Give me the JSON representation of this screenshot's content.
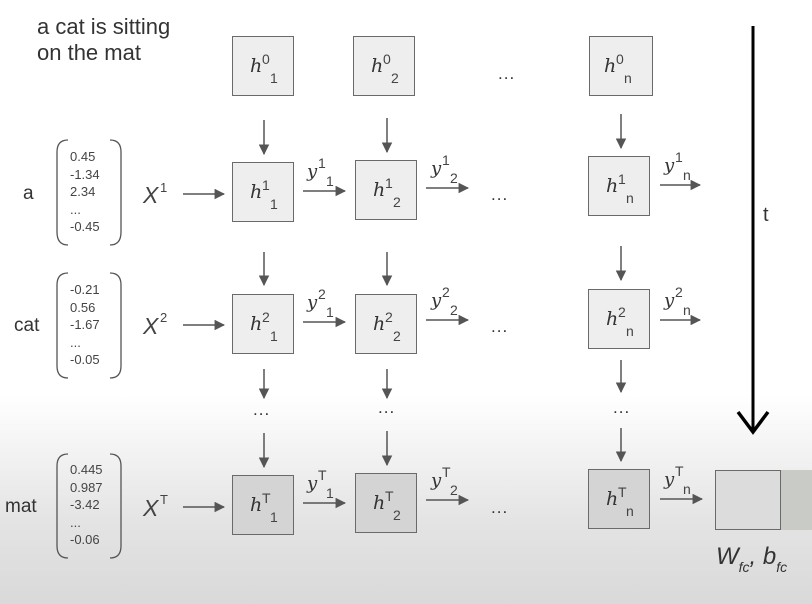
{
  "caption": {
    "line1": "a cat is sitting",
    "line2": "on the mat"
  },
  "time_label": "t",
  "ellipsis": "...",
  "words": [
    "a",
    "cat",
    "mat"
  ],
  "vectors": [
    [
      "0.45",
      "-1.34",
      "2.34",
      "...",
      "-0.45"
    ],
    [
      "-0.21",
      "0.56",
      "-1.67",
      "...",
      "-0.05"
    ],
    [
      "0.445",
      "0.987",
      "-3.42",
      "...",
      "-0.06"
    ]
  ],
  "inputs": {
    "symbol": "X",
    "sups": [
      "1",
      "2",
      "T"
    ]
  },
  "hidden": {
    "symbol": "h",
    "state_sups": [
      "0",
      "1",
      "2",
      "T"
    ],
    "col_subs": [
      "1",
      "2",
      "n"
    ]
  },
  "outputs": {
    "symbol": "y",
    "row_sups": [
      "1",
      "2",
      "T"
    ],
    "col_subs": [
      "1",
      "2",
      "n"
    ]
  },
  "fc_label": {
    "w": "W",
    "w_sub": "fc",
    "sep": ",",
    "b": "b",
    "b_sub": "fc"
  }
}
